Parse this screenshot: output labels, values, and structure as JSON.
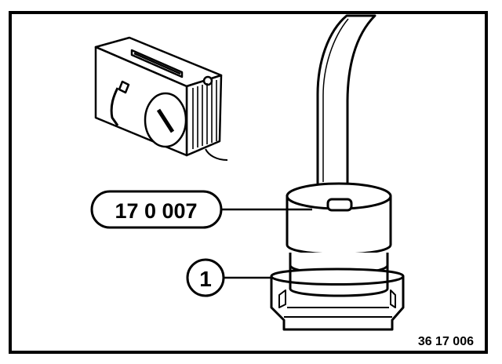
{
  "callouts": {
    "tool_number": "17 0 007",
    "item_number": "1"
  },
  "figure_reference": "36 17 006",
  "colors": {
    "ink": "#000000",
    "paper": "#ffffff"
  }
}
